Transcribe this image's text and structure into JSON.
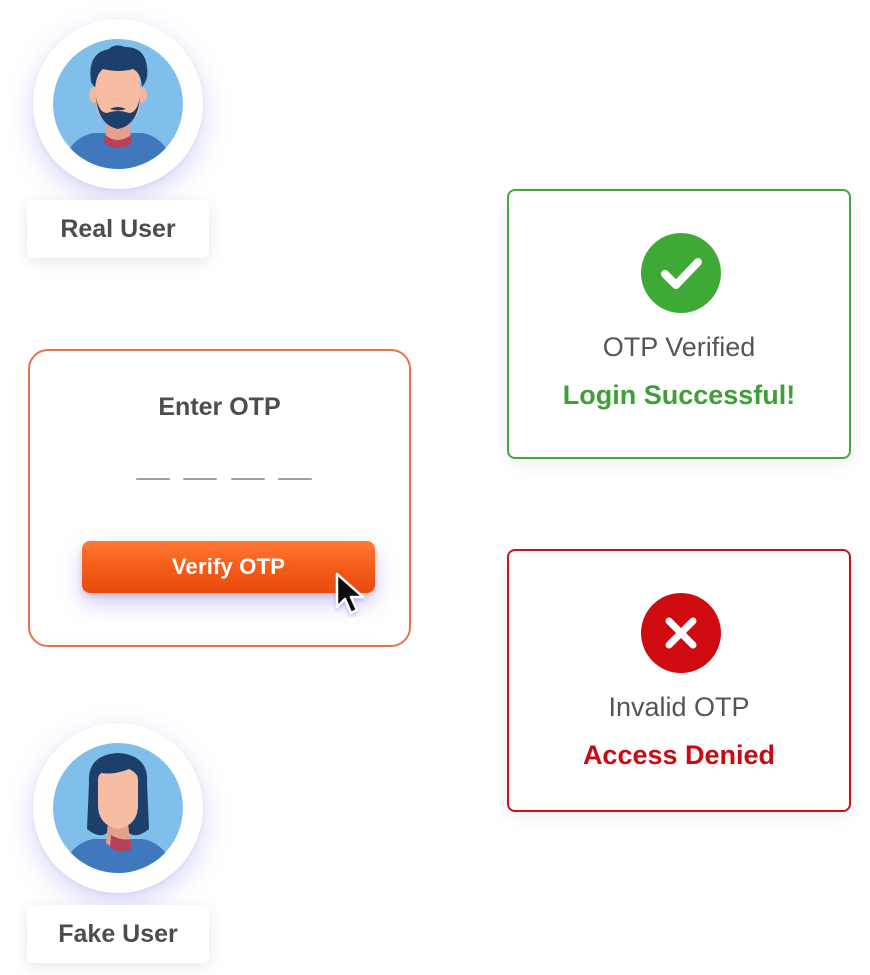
{
  "users": {
    "real": {
      "label": "Real User",
      "icon": "male-user-avatar-icon"
    },
    "fake": {
      "label": "Fake User",
      "icon": "female-user-avatar-icon"
    }
  },
  "otp_card": {
    "title": "Enter OTP",
    "slot_count": 4,
    "button_label": "Verify OTP",
    "cursor_icon": "mouse-pointer-icon"
  },
  "success_card": {
    "icon": "checkmark-circle-icon",
    "status": "OTP Verified",
    "result": "Login Successful!"
  },
  "fail_card": {
    "icon": "x-circle-icon",
    "status": "Invalid OTP",
    "result": "Access Denied"
  },
  "colors": {
    "accent_orange": "#f45a17",
    "otp_border": "#e8734a",
    "success_green": "#3eaa35",
    "error_red": "#cf0a10",
    "avatar_bg": "#7fbfea",
    "shirt_blue": "#3f78bd",
    "hair_navy": "#1d3f6b"
  }
}
